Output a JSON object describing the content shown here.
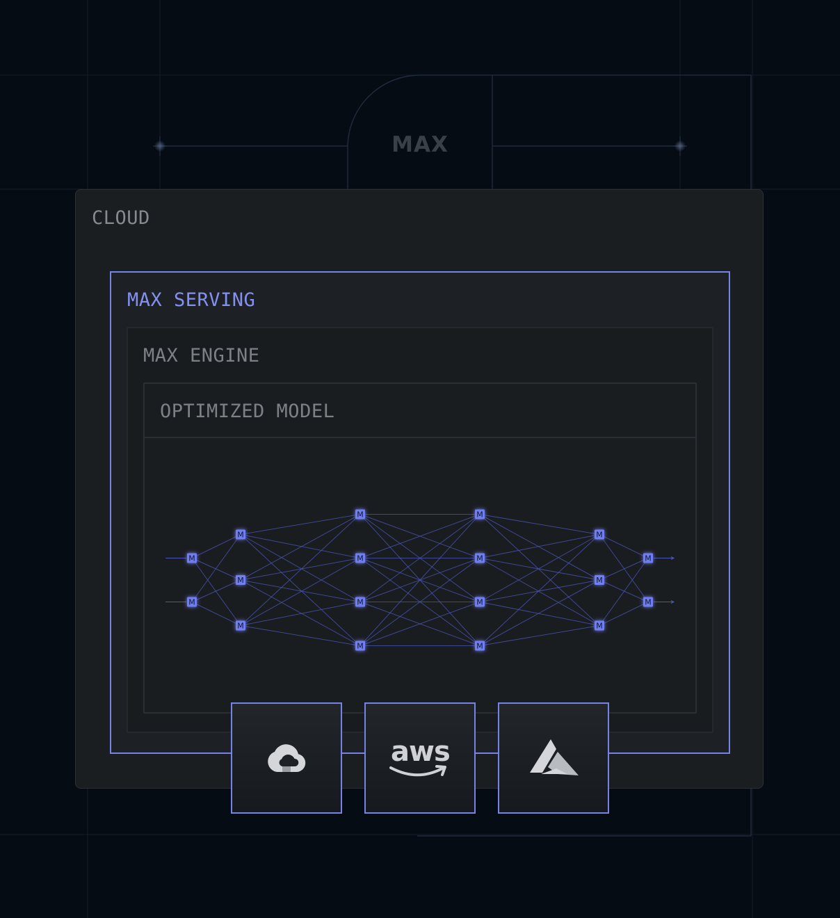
{
  "brand": {
    "logo_text": "MAX"
  },
  "cloud": {
    "label": "CLOUD"
  },
  "serving": {
    "label": "MAX SERVING"
  },
  "engine": {
    "label": "MAX ENGINE"
  },
  "model": {
    "label": "OPTIMIZED MODEL",
    "node_glyph": "M",
    "layers": [
      2,
      3,
      4,
      4,
      3,
      2
    ]
  },
  "providers": [
    {
      "name": "google-cloud",
      "icon": "google-cloud-icon"
    },
    {
      "name": "aws",
      "icon": "aws-icon",
      "text": "aws"
    },
    {
      "name": "azure",
      "icon": "azure-icon"
    }
  ],
  "colors": {
    "background": "#060c13",
    "panel": "#1b1e21",
    "accent": "#7684e8",
    "node": "#6f7ef0",
    "edge": "#4b57b8",
    "muted_text": "#878b90"
  }
}
